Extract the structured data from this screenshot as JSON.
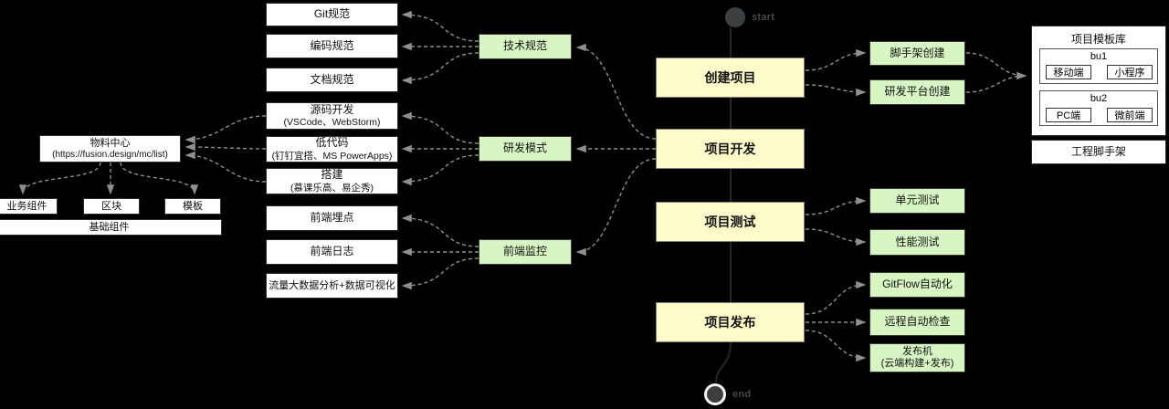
{
  "diagram": {
    "start_label": "start",
    "end_label": "end"
  },
  "nodes": {
    "git_spec": {
      "label": "Git规范"
    },
    "coding_spec": {
      "label": "编码规范"
    },
    "doc_spec": {
      "label": "文档规范"
    },
    "source_dev": {
      "label": "源码开发",
      "sub": "(VSCode、WebStorm)"
    },
    "low_code": {
      "label": "低代码",
      "sub": "(钉钉宜搭、MS PowerApps)"
    },
    "page_build": {
      "label": "搭建",
      "sub": "(慕课乐高、易企秀)"
    },
    "fe_tracking": {
      "label": "前端埋点"
    },
    "fe_log": {
      "label": "前端日志"
    },
    "fe_bigdata": {
      "label": "流量大数据分析+数据可视化"
    },
    "tech_spec": {
      "label": "技术规范"
    },
    "dev_mode": {
      "label": "研发模式"
    },
    "fe_monitor": {
      "label": "前端监控"
    },
    "create_project": {
      "label": "创建项目"
    },
    "project_dev": {
      "label": "项目开发"
    },
    "project_test": {
      "label": "项目测试"
    },
    "project_release": {
      "label": "项目发布"
    },
    "scaffold_create": {
      "label": "脚手架创建"
    },
    "platform_create": {
      "label": "研发平台创建"
    },
    "unit_test": {
      "label": "单元测试"
    },
    "perf_test": {
      "label": "性能测试"
    },
    "gitflow_auto": {
      "label": "GitFlow自动化"
    },
    "remote_check": {
      "label": "远程自动检查"
    },
    "release_machine": {
      "label": "发布机",
      "sub": "(云端构建+发布)"
    },
    "material_center": {
      "label": "物料中心",
      "sub": "(https://fusion.design/mc/list)"
    },
    "biz_component": {
      "label": "业务组件"
    },
    "block": {
      "label": "区块"
    },
    "template": {
      "label": "模板"
    },
    "base_component": {
      "label": "基础组件"
    },
    "template_lib": {
      "title": "项目模板库"
    },
    "bu1": {
      "label": "bu1",
      "items": [
        "移动端",
        "小程序"
      ]
    },
    "bu2": {
      "label": "bu2",
      "items": [
        "PC端",
        "微前端"
      ]
    },
    "eng_scaffold": {
      "label": "工程脚手架"
    }
  },
  "colors": {
    "background": "#000000",
    "box_white": "#ffffff",
    "box_green": "#d8f5c4",
    "box_yellow": "#fdfbc9",
    "arrow_gray": "#8f8f8f",
    "terminal_node": "#3c4043"
  }
}
